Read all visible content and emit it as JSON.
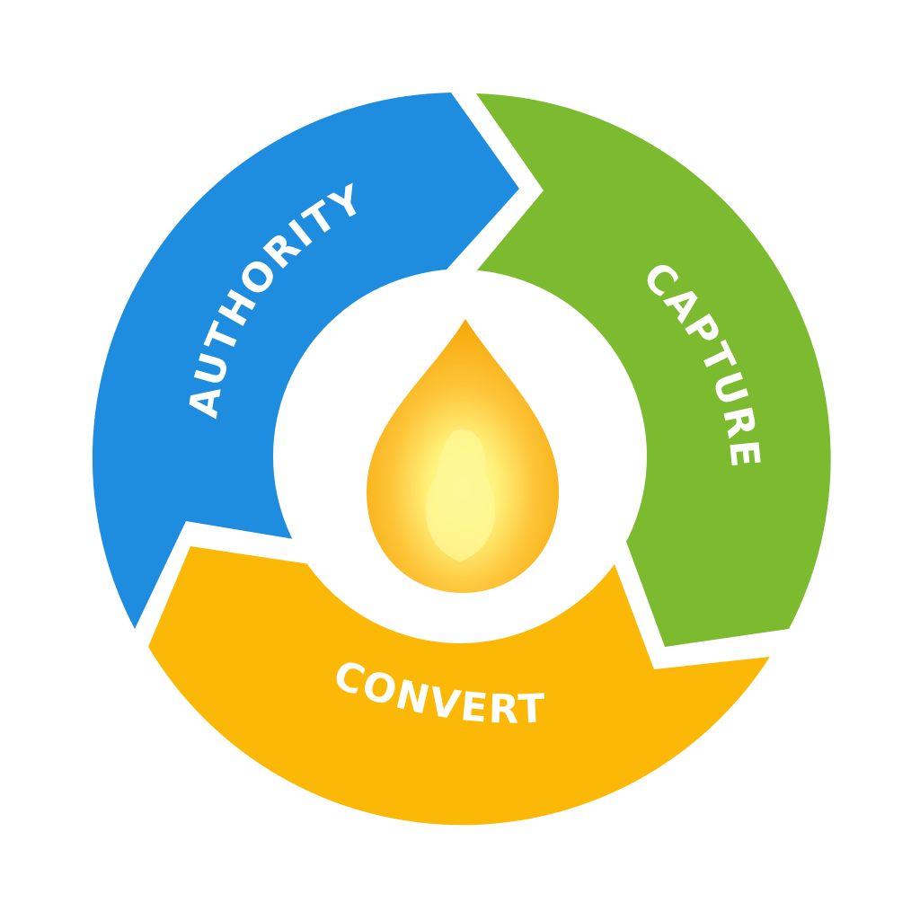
{
  "diagram": {
    "segments": [
      {
        "id": "authority",
        "label": "AUTHORITY",
        "color": "#1e8ddf"
      },
      {
        "id": "capture",
        "label": "CAPTURE",
        "color": "#7cba2f"
      },
      {
        "id": "convert",
        "label": "CONVERT",
        "color": "#fbb807"
      }
    ],
    "center": {
      "icon": "flame-drop-icon",
      "colors": {
        "outer": "#f6ad0e",
        "inner": "#fff47a"
      }
    }
  }
}
